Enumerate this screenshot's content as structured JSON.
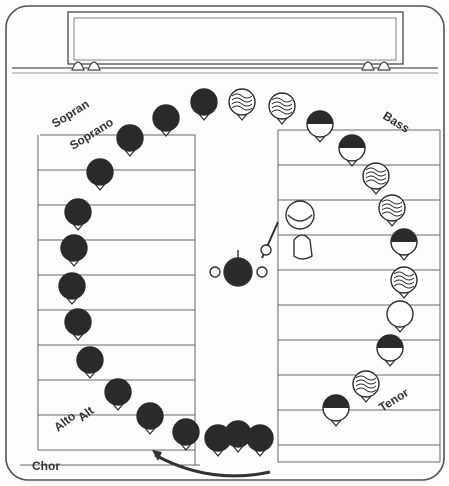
{
  "sections": {
    "soprano": [
      "Sopran",
      "Soprano"
    ],
    "bass": "Bass",
    "tenor": "Tenor",
    "alto": [
      "Alt",
      "Alto"
    ],
    "choir": "Chor"
  },
  "figures": [
    {
      "name": "singer-1",
      "style": "dark"
    },
    {
      "name": "singer-2",
      "style": "dark"
    },
    {
      "name": "singer-3",
      "style": "dark"
    },
    {
      "name": "singer-4",
      "style": "dark"
    },
    {
      "name": "singer-5",
      "style": "dark"
    },
    {
      "name": "singer-6",
      "style": "dark"
    },
    {
      "name": "singer-7",
      "style": "dark"
    },
    {
      "name": "singer-8",
      "style": "dark"
    },
    {
      "name": "singer-9",
      "style": "dark"
    },
    {
      "name": "singer-10",
      "style": "dark"
    },
    {
      "name": "singer-11",
      "style": "dark"
    },
    {
      "name": "singer-12",
      "style": "dark"
    },
    {
      "name": "singer-13",
      "style": "dark"
    },
    {
      "name": "singer-14",
      "style": "dark"
    },
    {
      "name": "singer-15",
      "style": "dark"
    },
    {
      "name": "singer-16",
      "style": "wavy"
    },
    {
      "name": "singer-17",
      "style": "wavy"
    },
    {
      "name": "singer-18",
      "style": "half"
    },
    {
      "name": "singer-19",
      "style": "half"
    },
    {
      "name": "singer-20",
      "style": "wavy"
    },
    {
      "name": "singer-21",
      "style": "wavy"
    },
    {
      "name": "singer-22",
      "style": "half"
    },
    {
      "name": "singer-23",
      "style": "wavy"
    },
    {
      "name": "singer-24",
      "style": "outline"
    },
    {
      "name": "singer-25",
      "style": "half"
    },
    {
      "name": "singer-26",
      "style": "wavy"
    },
    {
      "name": "singer-27",
      "style": "half"
    }
  ],
  "colors": {
    "ink": "#2a2a2a",
    "paper": "#fdfdfb",
    "line": "#555555"
  }
}
